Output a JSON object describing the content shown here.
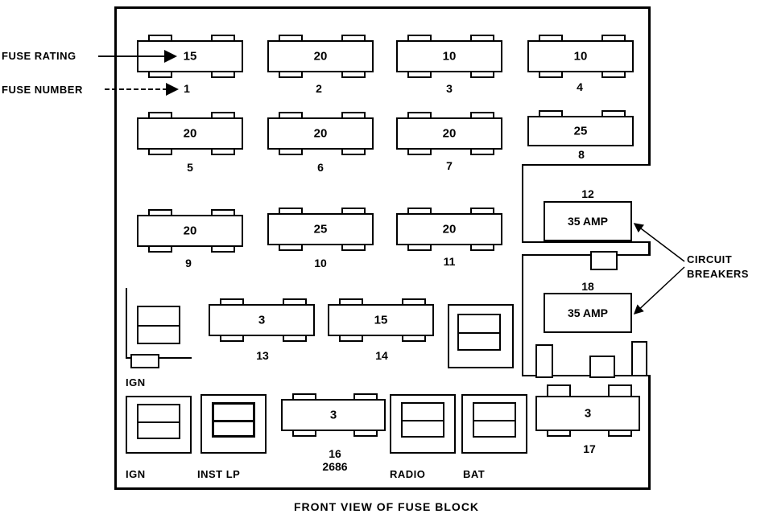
{
  "callouts": {
    "fuse_rating": "FUSE RATING",
    "fuse_number": "FUSE NUMBER",
    "circuit_breakers": [
      "CIRCUIT",
      "BREAKERS"
    ]
  },
  "fuses": [
    {
      "number": "1",
      "rating": "15"
    },
    {
      "number": "2",
      "rating": "20"
    },
    {
      "number": "3",
      "rating": "10"
    },
    {
      "number": "4",
      "rating": "10"
    },
    {
      "number": "5",
      "rating": "20"
    },
    {
      "number": "6",
      "rating": "20"
    },
    {
      "number": "7",
      "rating": "20"
    },
    {
      "number": "8",
      "rating": "25"
    },
    {
      "number": "9",
      "rating": "20"
    },
    {
      "number": "10",
      "rating": "25"
    },
    {
      "number": "11",
      "rating": "20"
    },
    {
      "number": "13",
      "rating": "3"
    },
    {
      "number": "14",
      "rating": "15"
    },
    {
      "number": "16",
      "rating": "3",
      "extra": "2686"
    },
    {
      "number": "17",
      "rating": "3"
    }
  ],
  "breakers": [
    {
      "number": "12",
      "rating": "35 AMP"
    },
    {
      "number": "18",
      "rating": "35 AMP"
    }
  ],
  "relays": {
    "ign1": "IGN",
    "ign2": "IGN",
    "inst_lp": "INST LP",
    "radio": "RADIO",
    "bat": "BAT"
  },
  "caption": "FRONT VIEW OF FUSE BLOCK"
}
